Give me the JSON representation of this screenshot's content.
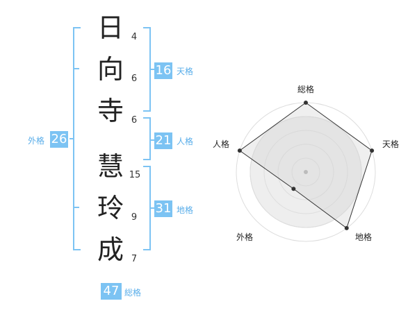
{
  "characters": [
    {
      "char": "日",
      "strokes": "4"
    },
    {
      "char": "向",
      "strokes": "6"
    },
    {
      "char": "寺",
      "strokes": "6"
    },
    {
      "char": "慧",
      "strokes": "15"
    },
    {
      "char": "玲",
      "strokes": "9"
    },
    {
      "char": "成",
      "strokes": "7"
    }
  ],
  "kakusu": {
    "tenkaku": {
      "value": "16",
      "label": "天格"
    },
    "jinkaku": {
      "value": "21",
      "label": "人格"
    },
    "chikaku": {
      "value": "31",
      "label": "地格"
    },
    "gaikaku": {
      "value": "26",
      "label": "外格"
    },
    "soukaku": {
      "value": "47",
      "label": "総格"
    }
  },
  "radar": {
    "axes": [
      "総格",
      "天格",
      "地格",
      "外格",
      "人格"
    ],
    "values": [
      1.0,
      1.0,
      1.0,
      0.3,
      1.0
    ],
    "rings": 5,
    "colors": {
      "ring": "#dddddd",
      "fill": "#eeeeee",
      "line": "#333333",
      "dot": "#333333",
      "center": "#bbbbbb"
    }
  },
  "colors": {
    "bracket": "#7cc3f3",
    "badge": "#7cc3f3",
    "tag": "#5aaeea"
  }
}
